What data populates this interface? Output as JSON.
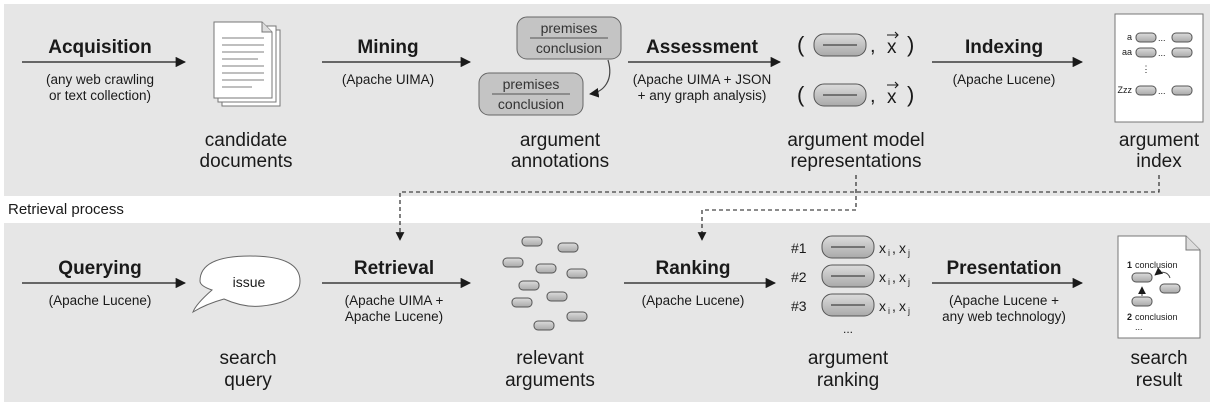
{
  "index_phase": {
    "steps": [
      {
        "name": "Acquisition",
        "tool_lines": [
          "(any web crawling",
          "or text collection)"
        ]
      },
      {
        "name": "Mining",
        "tool_lines": [
          "(Apache UIMA)"
        ]
      },
      {
        "name": "Assessment",
        "tool_lines": [
          "(Apache UIMA + JSON",
          "+ any graph analysis)"
        ]
      },
      {
        "name": "Indexing",
        "tool_lines": [
          "(Apache Lucene)"
        ]
      }
    ],
    "outputs": [
      {
        "lines": [
          "candidate",
          "documents"
        ]
      },
      {
        "lines": [
          "argument",
          "annotations"
        ]
      },
      {
        "lines": [
          "argument model",
          "representations"
        ]
      },
      {
        "lines": [
          "argument",
          "index"
        ]
      }
    ],
    "annotation_labels": {
      "premises": "premises",
      "conclusion": "conclusion"
    },
    "model_rep": {
      "open": "(",
      "comma": ",",
      "vector": "x",
      "close": ")"
    },
    "index_keys": [
      "a",
      "aa",
      "⋮",
      "Zzz"
    ],
    "index_ellipsis": "..."
  },
  "retrieval_phase": {
    "label": "Retrieval process",
    "steps": [
      {
        "name": "Querying",
        "tool_lines": [
          "(Apache Lucene)"
        ]
      },
      {
        "name": "Retrieval",
        "tool_lines": [
          "(Apache UIMA +",
          "Apache Lucene)"
        ]
      },
      {
        "name": "Ranking",
        "tool_lines": [
          "(Apache Lucene)"
        ]
      },
      {
        "name": "Presentation",
        "tool_lines": [
          "(Apache Lucene +",
          "any web technology)"
        ]
      }
    ],
    "outputs": [
      {
        "lines": [
          "search",
          "query"
        ]
      },
      {
        "lines": [
          "relevant",
          "arguments"
        ]
      },
      {
        "lines": [
          "argument",
          "ranking"
        ]
      },
      {
        "lines": [
          "search",
          "result"
        ]
      }
    ],
    "query_bubble": "issue",
    "ranking": {
      "ranks": [
        "#1",
        "#2",
        "#3"
      ],
      "features": "x",
      "sub_i": "i",
      "sub_j": "j",
      "more": "..."
    },
    "result": {
      "items": [
        {
          "num": "1",
          "label": "conclusion"
        },
        {
          "num": "2",
          "label": "conclusion"
        }
      ],
      "more": "..."
    }
  }
}
